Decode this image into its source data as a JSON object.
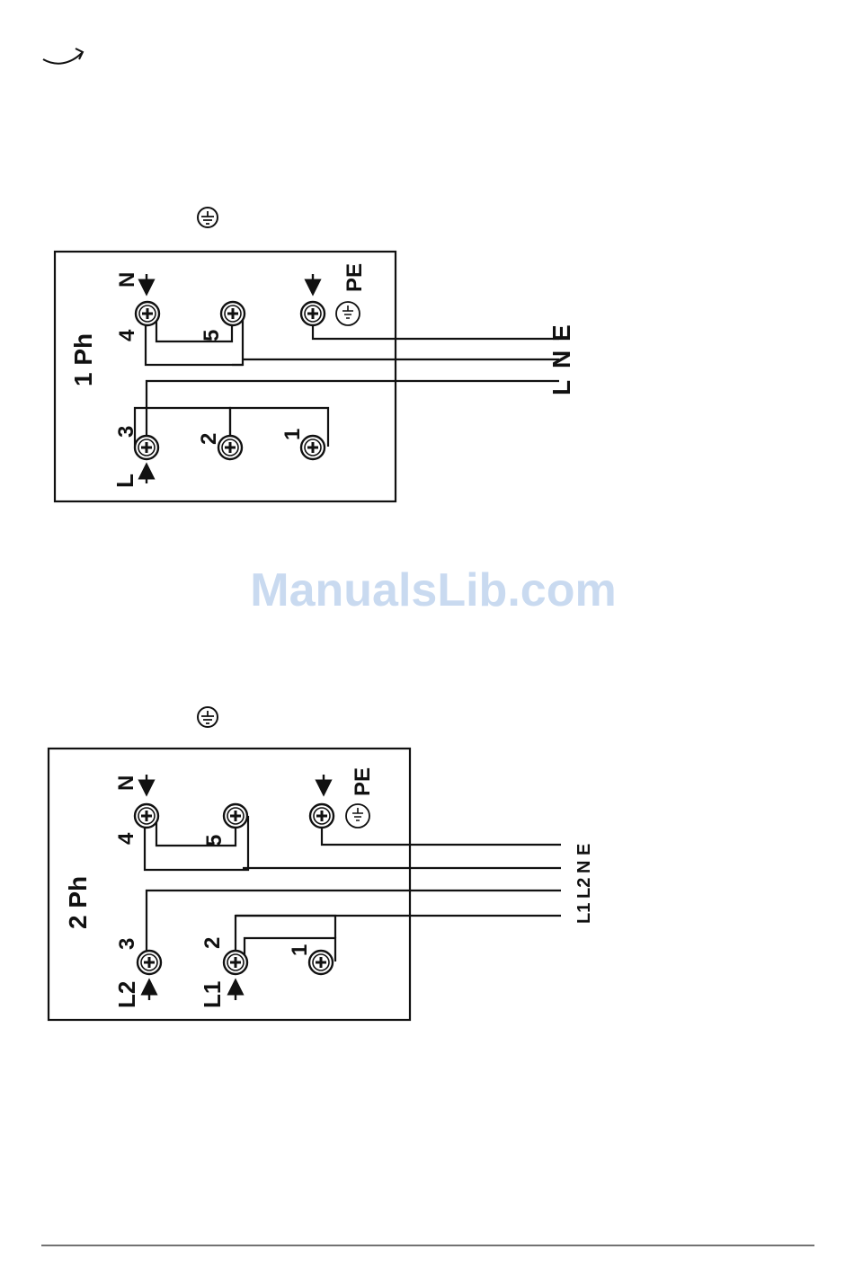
{
  "watermark": "ManualsLib.com",
  "diagram_1ph": {
    "phase_label": "1 Ph",
    "terminal_numbers": [
      "4",
      "5",
      "3",
      "2",
      "1"
    ],
    "N": "N",
    "L": "L",
    "PE": "PE",
    "wire_labels": [
      "E",
      "N",
      "L"
    ]
  },
  "diagram_2ph": {
    "phase_label": "2 Ph",
    "terminal_numbers": [
      "4",
      "5",
      "3",
      "2",
      "1"
    ],
    "N": "N",
    "L2": "L2",
    "L1": "L1",
    "PE": "PE",
    "wire_labels": [
      "E",
      "N",
      "L2",
      "L1"
    ]
  }
}
